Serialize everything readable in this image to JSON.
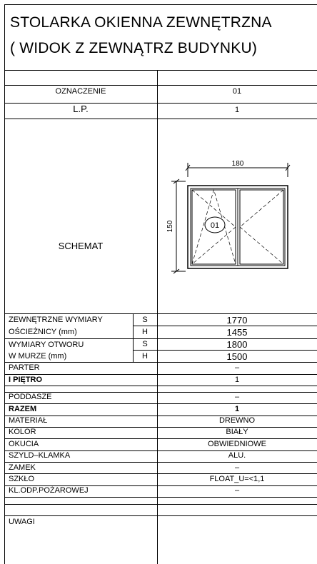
{
  "title": {
    "line1": "STOLARKA OKIENNA ZEWNĘTRZNA",
    "line2": "( WIDOK Z ZEWNĄTRZ BUDYNKU)"
  },
  "rows": {
    "oznaczenie": {
      "label": "OZNACZENIE",
      "value": "01"
    },
    "lp": {
      "label": "L.P.",
      "value": "1"
    },
    "schemat": {
      "label": "SCHEMAT"
    },
    "wymiary_zewn": {
      "label_line1": "ZEWNĘTRZNE WYMIARY",
      "label_line2": "OŚCIEŻNICY (mm)",
      "s_letter": "S",
      "s_value": "1770",
      "h_letter": "H",
      "h_value": "1455"
    },
    "wymiary_otworu": {
      "label_line1": "WYMIARY OTWORU",
      "label_line2": "W MURZE (mm)",
      "s_letter": "S",
      "s_value": "1800",
      "h_letter": "H",
      "h_value": "1500"
    },
    "parter": {
      "label": "PARTER",
      "value": "–"
    },
    "pietro": {
      "label": "I PIĘTRO",
      "value": "1"
    },
    "poddasze": {
      "label": "PODDASZE",
      "value": "–"
    },
    "razem": {
      "label": "RAZEM",
      "value": "1"
    },
    "material": {
      "label": "MATERIAŁ",
      "value": "DREWNO"
    },
    "kolor": {
      "label": "KOLOR",
      "value": "BIAŁY"
    },
    "okucia": {
      "label": "OKUCIA",
      "value": "OBWIEDNIOWE"
    },
    "szyld": {
      "label": "SZYLD–KLAMKA",
      "value": "ALU."
    },
    "zamek": {
      "label": "ZAMEK",
      "value": "–"
    },
    "szklo": {
      "label": "SZKŁO",
      "value": "FLOAT_U=<1,1"
    },
    "kl_odp": {
      "label": "KL.ODP.POŻAROWEJ",
      "value": "–"
    },
    "uwagi": {
      "label": "UWAGI"
    }
  },
  "schematic": {
    "width_dim": "180",
    "height_dim": "150",
    "tag": "01"
  }
}
